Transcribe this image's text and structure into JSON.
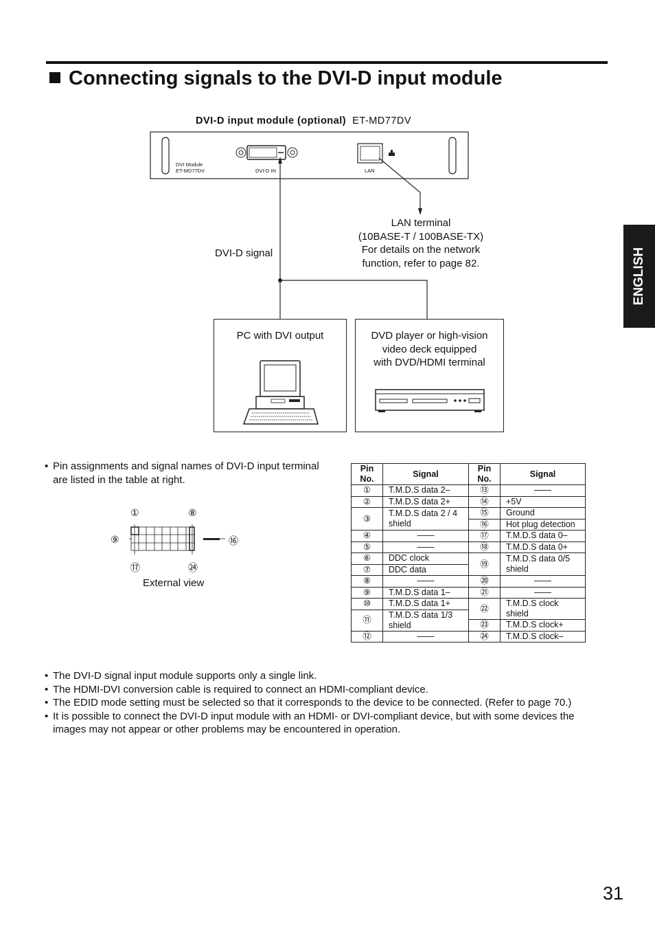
{
  "title": "Connecting signals to the DVI-D input module",
  "side_tab": "ENGLISH",
  "module": {
    "caption_bold": "DVI-D input module (optional)",
    "caption_model": "ET-MD77DV",
    "panel_name": "DVI Module",
    "panel_model": "ET-MD77DV",
    "dvi_label": "DVI-D IN",
    "lan_label": "LAN"
  },
  "diagram": {
    "lan_terminal": [
      "LAN terminal",
      "(10BASE-T / 100BASE-TX)",
      "For details on the network",
      "function, refer to page 82."
    ],
    "dvi_signal": "DVI-D signal",
    "pc_box": "PC with DVI output",
    "dvd_box": [
      "DVD player or high-vision",
      "video deck equipped",
      "with DVD/HDMI terminal"
    ]
  },
  "pin_intro": "Pin assignments and signal names of DVI-D input terminal are listed in the table at right.",
  "connector": {
    "pin_top_left": "①",
    "pin_top_right": "⑧",
    "pin_mid_left": "⑨",
    "pin_mid_right": "⑯",
    "pin_bottom_left": "⑰",
    "pin_bottom_right": "㉔",
    "caption": "External view"
  },
  "table": {
    "headers": [
      "Pin No.",
      "Signal",
      "Pin No.",
      "Signal"
    ],
    "left": [
      {
        "pin": "①",
        "signal": "T.M.D.S data 2–"
      },
      {
        "pin": "②",
        "signal": "T.M.D.S data 2+"
      },
      {
        "pin": "③",
        "signal": "T.M.D.S data 2 / 4 shield"
      },
      {
        "pin": "④",
        "signal": "——"
      },
      {
        "pin": "⑤",
        "signal": "——"
      },
      {
        "pin": "⑥",
        "signal": "DDC clock"
      },
      {
        "pin": "⑦",
        "signal": "DDC data"
      },
      {
        "pin": "⑧",
        "signal": "——"
      },
      {
        "pin": "⑨",
        "signal": "T.M.D.S data 1–"
      },
      {
        "pin": "⑩",
        "signal": "T.M.D.S data 1+"
      },
      {
        "pin": "⑪",
        "signal": "T.M.D.S data 1/3 shield"
      },
      {
        "pin": "⑫",
        "signal": "——"
      }
    ],
    "right": [
      {
        "pin": "⑬",
        "signal": "——"
      },
      {
        "pin": "⑭",
        "signal": "+5V"
      },
      {
        "pin": "⑮",
        "signal": "Ground"
      },
      {
        "pin": "⑯",
        "signal": "Hot plug detection"
      },
      {
        "pin": "⑰",
        "signal": "T.M.D.S data 0–"
      },
      {
        "pin": "⑱",
        "signal": "T.M.D.S data 0+"
      },
      {
        "pin": "⑲",
        "signal": "T.M.D.S data 0/5 shield"
      },
      {
        "pin": "⑳",
        "signal": "——"
      },
      {
        "pin": "㉑",
        "signal": "——"
      },
      {
        "pin": "㉒",
        "signal": "T.M.D.S clock shield"
      },
      {
        "pin": "㉓",
        "signal": "T.M.D.S clock+"
      },
      {
        "pin": "㉔",
        "signal": "T.M.D.S clock–"
      }
    ]
  },
  "notes": [
    "The DVI-D signal input module supports only a single link.",
    "The HDMI-DVI conversion cable is required to connect an HDMI-compliant device.",
    "The EDID mode setting must be selected so that it corresponds to the device to be connected. (Refer to page 70.)",
    "It is possible to connect the DVI-D input module with an HDMI- or DVI-compliant device, but with some devices the images may not appear or other problems may be encountered in operation."
  ],
  "bullet": "•",
  "page_number": "31"
}
